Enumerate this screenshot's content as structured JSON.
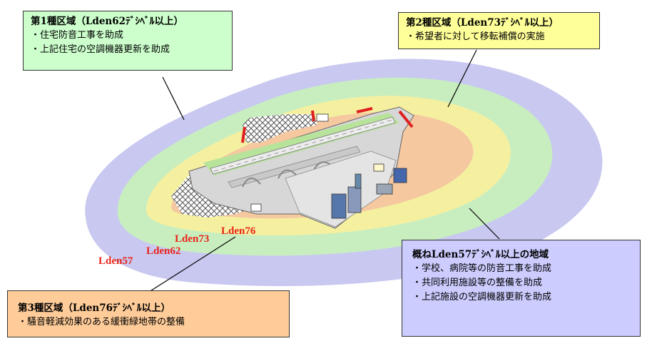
{
  "zones": {
    "zone1": {
      "title": "第1種区域（Lden62ﾃﾞｼﾍﾞﾙ以上）",
      "items": [
        "・住宅防音工事を助成",
        "・上記住宅の空調機器更新を助成"
      ],
      "color": "#ccffcc"
    },
    "zone2": {
      "title": "第2種区域（Lden73ﾃﾞｼﾍﾞﾙ以上）",
      "items": [
        "・希望者に対して移転補償の実施"
      ],
      "color": "#ffff99"
    },
    "zone3": {
      "title": "第3種区域（Lden76ﾃﾞｼﾍﾞﾙ以上）",
      "items": [
        "・騒音軽減効果のある緩衝緑地帯の整備"
      ],
      "color": "#ffcc99"
    },
    "zone57": {
      "title": "概ねLden57ﾃﾞｼﾍﾞﾙ以上の地域",
      "items": [
        "・学校、病院等の防音工事を助成",
        "・共同利用施設等の整備を助成",
        "・上記施設の空調機器更新を助成"
      ],
      "color": "#ccccff"
    }
  },
  "contour_labels": {
    "l57": "Lden57",
    "l62": "Lden62",
    "l73": "Lden73",
    "l76": "Lden76"
  },
  "contour_colors": {
    "lden57": "#c8c8f0",
    "lden62": "#c8eec0",
    "lden73": "#f5f0a0",
    "lden76": "#f5c8a0"
  }
}
